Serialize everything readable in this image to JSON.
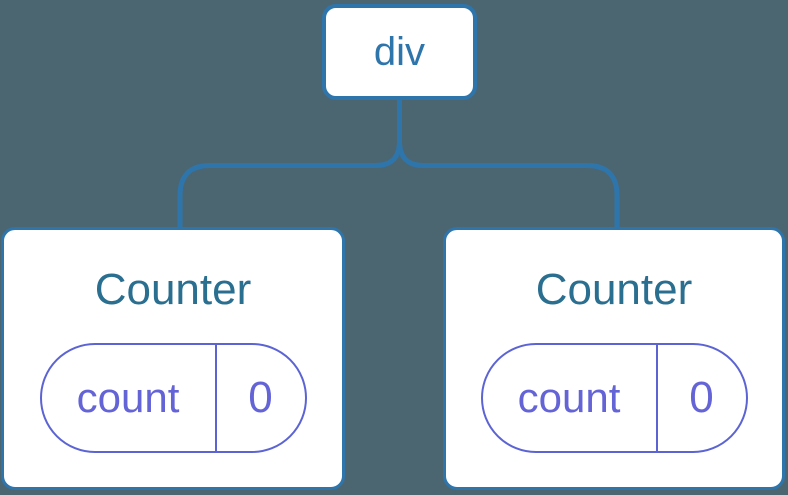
{
  "tree": {
    "root": {
      "label": "div"
    },
    "children": [
      {
        "title": "Counter",
        "state": {
          "key": "count",
          "value": "0"
        }
      },
      {
        "title": "Counter",
        "state": {
          "key": "count",
          "value": "0"
        }
      }
    ]
  },
  "colors": {
    "background": "#4C6671",
    "edge_and_border_blue": "#2E75AC",
    "root_label_blue": "#2E75AC",
    "component_title_teal": "#2A6E90",
    "state_pill_border_purple": "#5C64D4",
    "state_pill_text_purple": "#6464D7",
    "card_background": "#FFFFFF"
  }
}
